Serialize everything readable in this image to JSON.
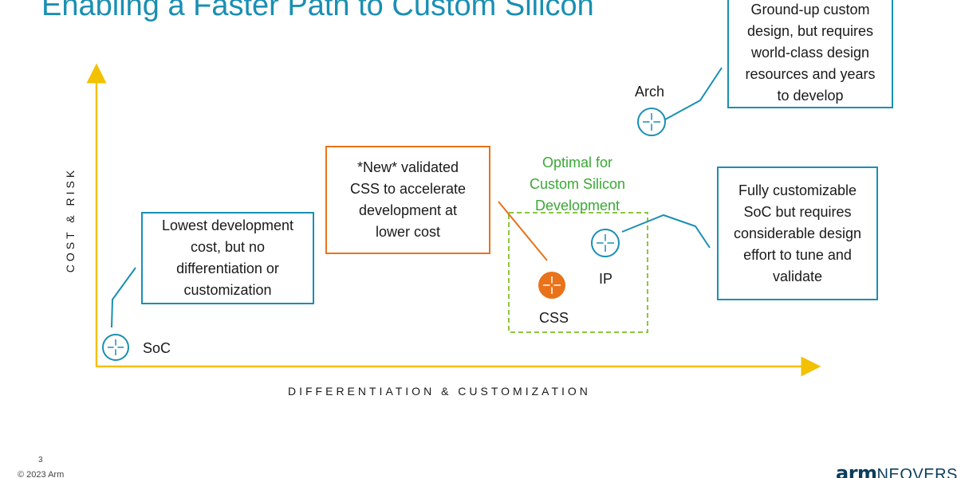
{
  "slide": {
    "title": "Enabling a Faster Path to Custom Silicon",
    "page_number": "3",
    "copyright": "© 2023 Arm",
    "logo": {
      "brand": "arm",
      "product": "NEOVERSE"
    }
  },
  "axes": {
    "x_label": "DIFFERENTIATION & CUSTOMIZATION",
    "y_label": "COST & RISK",
    "color": "#f2c100"
  },
  "nodes": [
    {
      "id": "soc",
      "label": "SoC",
      "icon": "crosshair-icon",
      "style": "teal-outline"
    },
    {
      "id": "css",
      "label": "CSS",
      "icon": "crosshair-icon",
      "style": "orange-filled"
    },
    {
      "id": "ip",
      "label": "IP",
      "icon": "crosshair-icon",
      "style": "teal-outline"
    },
    {
      "id": "arch",
      "label": "Arch",
      "icon": "crosshair-icon",
      "style": "teal-outline"
    }
  ],
  "callouts": {
    "soc": "Lowest development\ncost, but no\ndifferentiation or\ncustomization",
    "css": "*New* validated\nCSS to accelerate\ndevelopment at\nlower cost",
    "ip": "Fully customizable\nSoC but requires\nconsiderable design\neffort to tune and\nvalidate",
    "arch": "Ground-up custom\ndesign, but requires\nworld-class design\nresources and years\nto develop"
  },
  "optimal_region": {
    "label": "Optimal for\nCustom Silicon\nDevelopment",
    "color": "#8cc63f"
  },
  "colors": {
    "title": "#1a8fb3",
    "teal": "#1a8fb3",
    "orange": "#e8731a",
    "green_text": "#3aa935",
    "logo": "#0b3d5c"
  }
}
